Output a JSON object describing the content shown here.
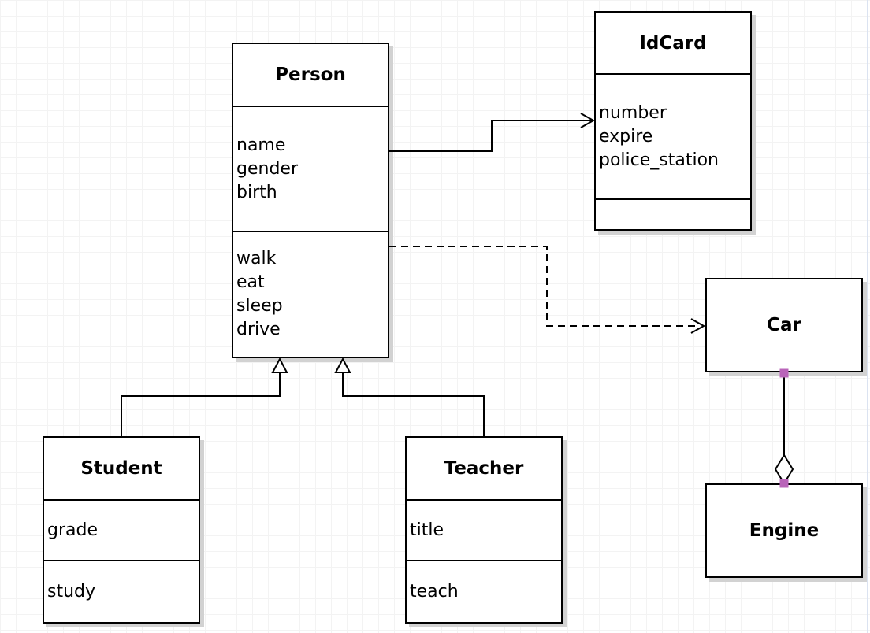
{
  "diagram": {
    "type": "uml-class-diagram",
    "classes": [
      {
        "name": "Person",
        "attributes": [
          "name",
          "gender",
          "birth"
        ],
        "methods": [
          "walk",
          "eat",
          "sleep",
          "drive"
        ]
      },
      {
        "name": "IdCard",
        "attributes": [
          "number",
          "expire",
          "police_station"
        ],
        "methods": []
      },
      {
        "name": "Car",
        "attributes": [],
        "methods": []
      },
      {
        "name": "Engine",
        "attributes": [],
        "methods": []
      },
      {
        "name": "Student",
        "attributes": [
          "grade"
        ],
        "methods": [
          "study"
        ]
      },
      {
        "name": "Teacher",
        "attributes": [
          "title"
        ],
        "methods": [
          "teach"
        ]
      }
    ],
    "relationships": [
      {
        "from": "Person",
        "to": "IdCard",
        "type": "association",
        "line": "solid",
        "arrow": "open"
      },
      {
        "from": "Person",
        "to": "Car",
        "type": "dependency",
        "line": "dashed",
        "arrow": "open"
      },
      {
        "from": "Student",
        "to": "Person",
        "type": "generalization",
        "line": "solid",
        "arrow": "hollow-triangle"
      },
      {
        "from": "Teacher",
        "to": "Person",
        "type": "generalization",
        "line": "solid",
        "arrow": "hollow-triangle"
      },
      {
        "from": "Car",
        "to": "Engine",
        "type": "aggregation",
        "line": "solid",
        "end": "hollow-diamond",
        "endpoints": "fixed-handles"
      }
    ],
    "colors": {
      "line": "#000000",
      "box_fill": "#ffffff",
      "shadow": "#d2d2d2",
      "grid": "#f3f3f3",
      "page_boundary": "#dbe3f1",
      "endpoint_handle": "#b964b9"
    }
  }
}
